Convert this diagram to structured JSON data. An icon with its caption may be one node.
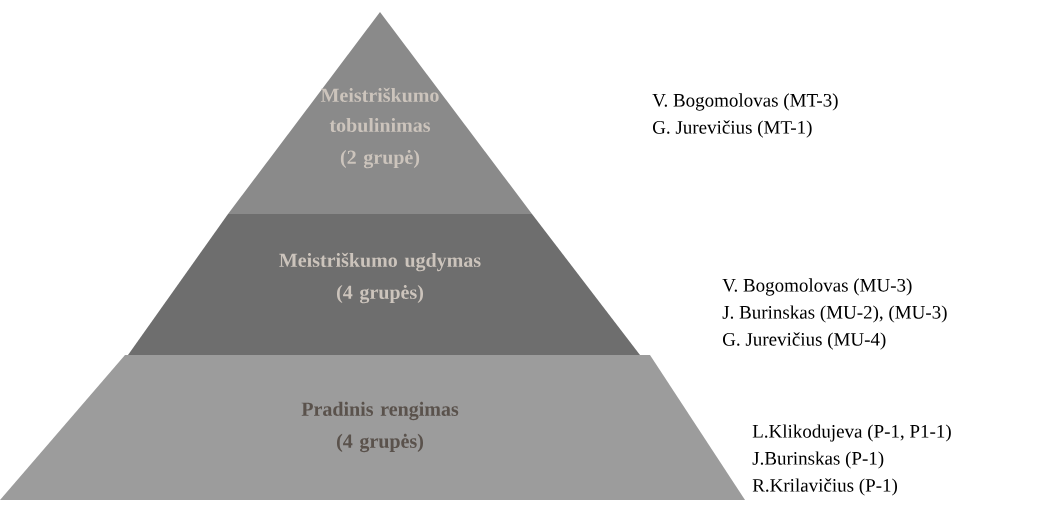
{
  "diagram": {
    "nodes": [
      {
        "text": [
          "Meistriškumo tobulinimas",
          "(2 grupė)"
        ],
        "beside": [
          "V. Bogomolovas (MT-3)",
          "G. Jurevičius (MT-1)"
        ]
      },
      {
        "text": [
          "Meistriškumo ugdymas",
          "(4 grupės)"
        ],
        "beside": [
          "V. Bogomolovas (MU-3)",
          "J. Burinskas (MU-2), (MU-3)",
          "G. Jurevičius (MU-4)"
        ]
      },
      {
        "text": [
          "Pradinis rengimas",
          "(4 grupės)"
        ],
        "beside": [
          "L.Klikodujeva (P-1, P1-1)",
          "J.Burinskas (P-1)",
          "R.Krilavičius (P-1)"
        ]
      }
    ]
  }
}
